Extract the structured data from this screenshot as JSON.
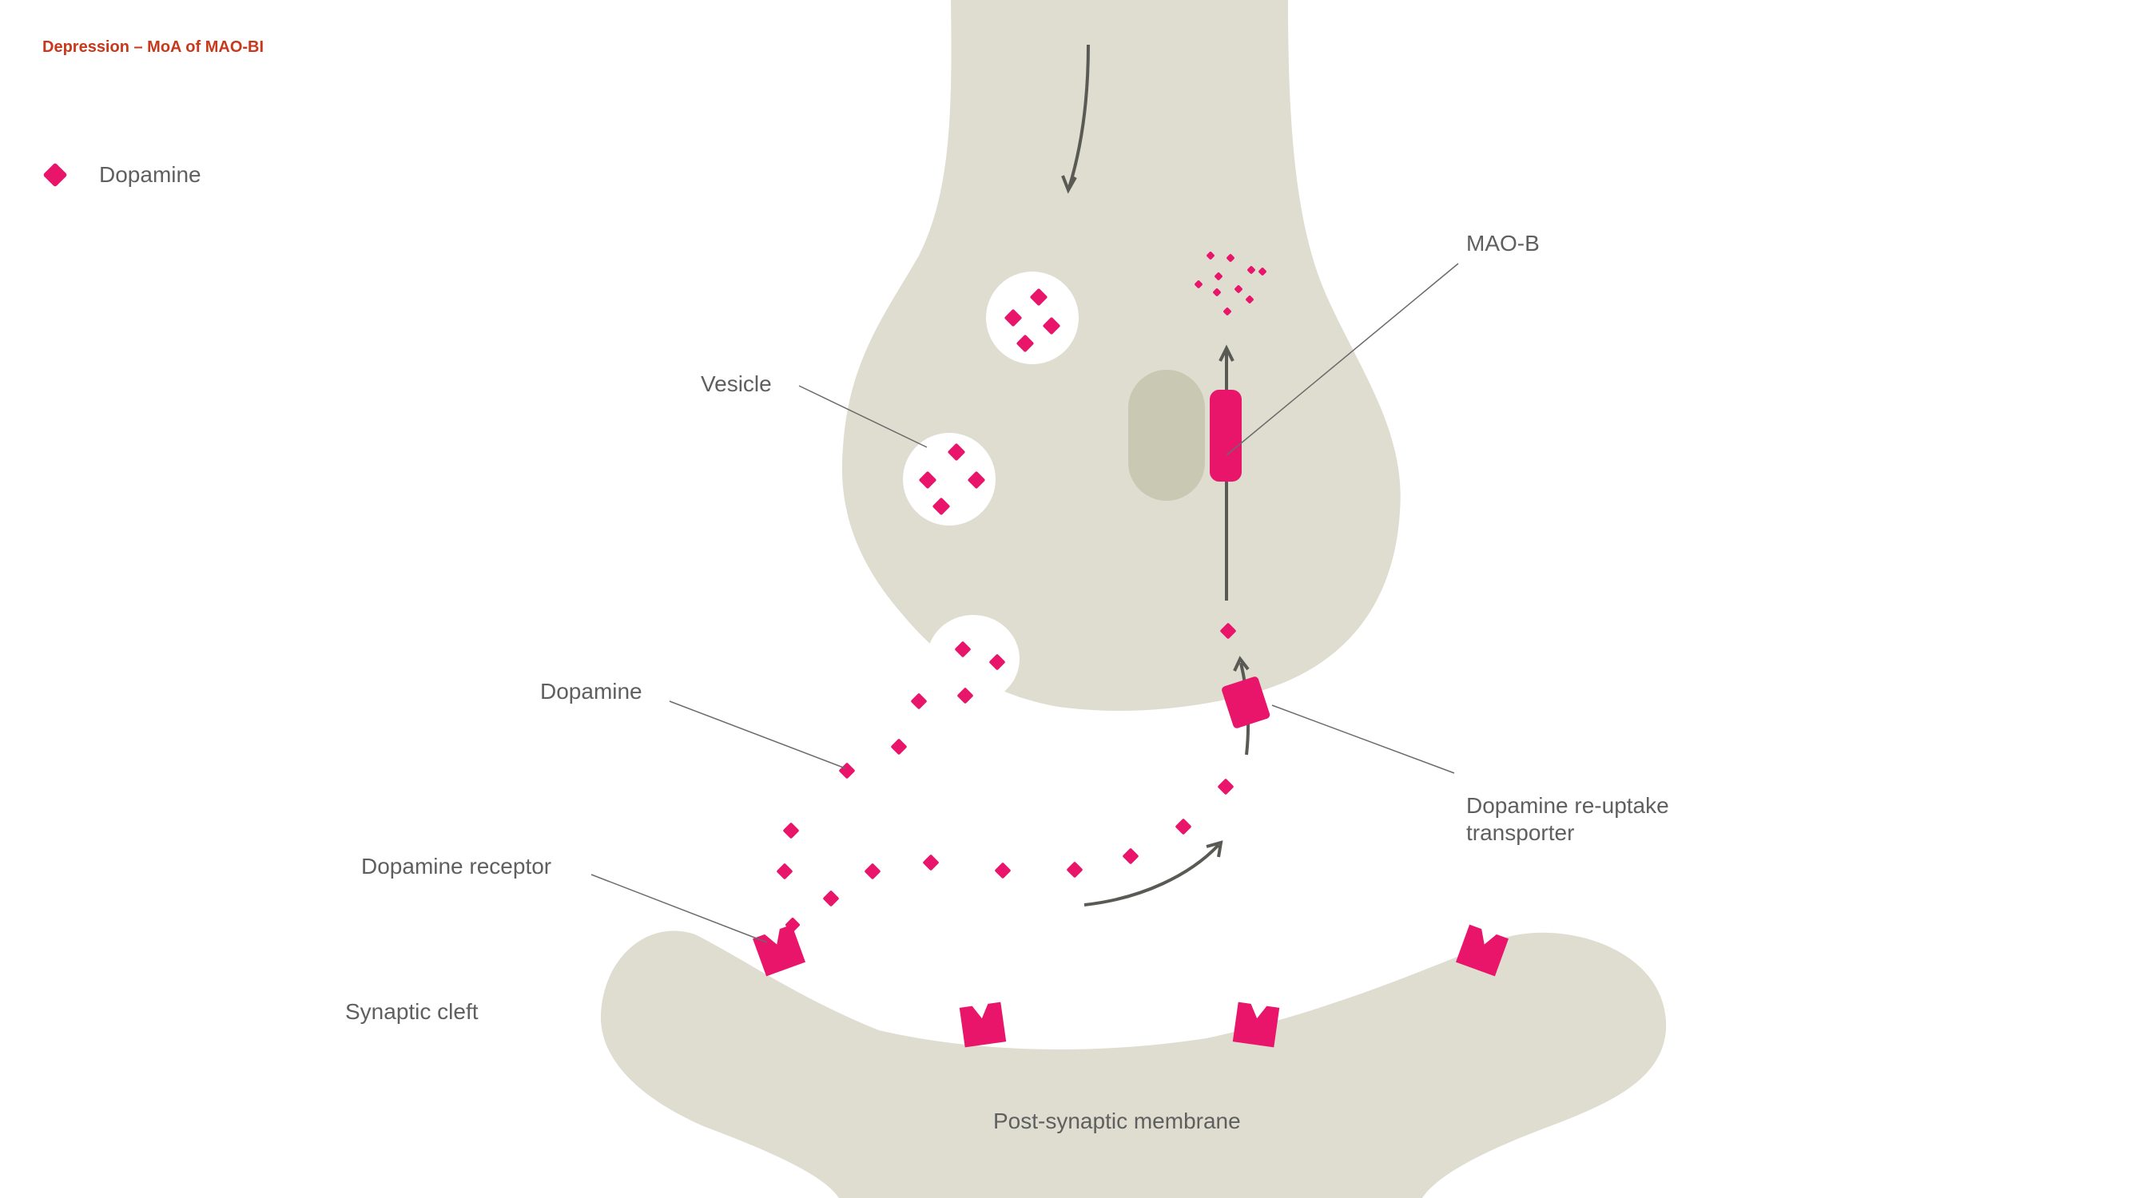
{
  "title": "Depression – MoA of MAO-BI",
  "legend": {
    "icon": "dopamine-diamond-icon",
    "label": "Dopamine"
  },
  "labels": {
    "vesicle": "Vesicle",
    "mao_b": "MAO-B",
    "dopamine": "Dopamine",
    "dopamine_receptor": "Dopamine receptor",
    "reuptake_line1": "Dopamine re-uptake",
    "reuptake_line2": "transporter",
    "synaptic_cleft": "Synaptic cleft",
    "post_synaptic": "Post-synaptic membrane"
  },
  "colors": {
    "title": "#c8391c",
    "dopamine": "#e8156b",
    "neuron": "#deddd0",
    "mitochondrion": "#c9c8b3",
    "text": "#5f5f5f",
    "arrow": "#5a5a55"
  }
}
